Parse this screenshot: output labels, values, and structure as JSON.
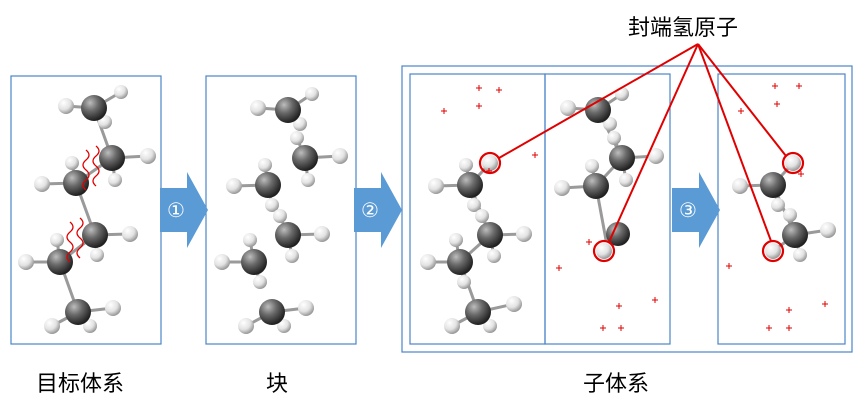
{
  "labels": {
    "target_system": "目标体系",
    "block": "块",
    "subsystem": "子体系",
    "capping_hydrogen": "封端氢原子"
  },
  "steps": [
    "①",
    "②",
    "③"
  ],
  "colors": {
    "panel_border": "#4a86c8",
    "arrow_fill": "#5b9bd5",
    "highlight": "#e00000",
    "carbon": "#555555",
    "hydrogen": "#e6e6e6"
  }
}
